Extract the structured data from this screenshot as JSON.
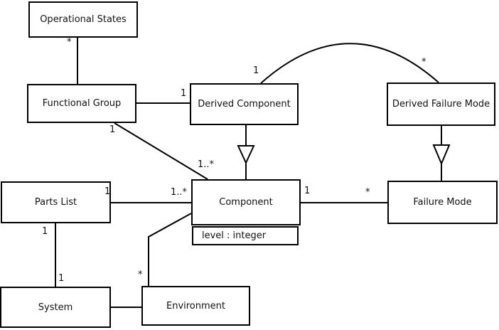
{
  "diagram": {
    "type": "uml-class-diagram",
    "colors": {
      "background": "#ffffff",
      "stroke": "#000000",
      "text": "#111111",
      "node_fill": "#ffffff"
    }
  },
  "nodes": {
    "operational_states": {
      "label": "Operational States"
    },
    "functional_group": {
      "label": "Functional Group"
    },
    "derived_component": {
      "label": "Derived Component"
    },
    "derived_failure_mode": {
      "label": "Derived Failure Mode"
    },
    "parts_list": {
      "label": "Parts List"
    },
    "component": {
      "label": "Component",
      "attribute": "level : integer"
    },
    "failure_mode": {
      "label": "Failure Mode"
    },
    "system": {
      "label": "System"
    },
    "environment": {
      "label": "Environment"
    }
  },
  "edges": [
    {
      "source": "operational_states",
      "target": "functional_group",
      "type": "association",
      "source_label": "*"
    },
    {
      "source": "functional_group",
      "target": "derived_component",
      "type": "association",
      "target_label": "1"
    },
    {
      "source": "derived_component",
      "target": "derived_failure_mode",
      "type": "association",
      "shape": "arc",
      "source_label": "1",
      "target_label": "*"
    },
    {
      "source": "derived_component",
      "target": "component",
      "type": "generalization"
    },
    {
      "source": "derived_failure_mode",
      "target": "failure_mode",
      "type": "generalization"
    },
    {
      "source": "functional_group",
      "target": "component",
      "type": "association",
      "source_label": "1",
      "target_label": "1..*"
    },
    {
      "source": "parts_list",
      "target": "component",
      "type": "association",
      "source_label": "1",
      "target_label": "1..*"
    },
    {
      "source": "component",
      "target": "failure_mode",
      "type": "association",
      "source_label": "1",
      "target_label": "*"
    },
    {
      "source": "parts_list",
      "target": "system",
      "type": "association",
      "source_label": "1",
      "target_label": "1"
    },
    {
      "source": "system",
      "target": "environment",
      "type": "association"
    },
    {
      "source": "environment",
      "target": "component",
      "type": "association",
      "source_label": "*"
    }
  ]
}
